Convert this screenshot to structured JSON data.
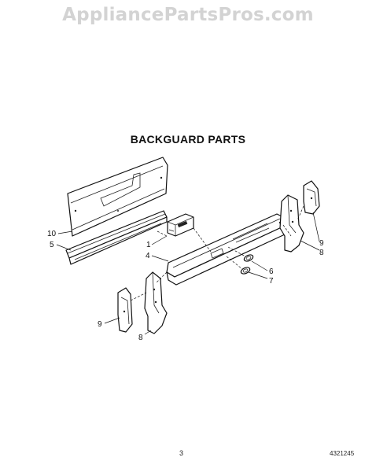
{
  "watermark": "AppliancePartsPros.com",
  "title": "BACKGUARD PARTS",
  "page_number": "3",
  "document_number": "4321245",
  "callouts": {
    "c10": "10",
    "c5": "5",
    "c1": "1",
    "c4": "4",
    "c6": "6",
    "c7": "7",
    "c9_right": "9",
    "c8_right": "8",
    "c9_left": "9",
    "c8_left": "8"
  }
}
